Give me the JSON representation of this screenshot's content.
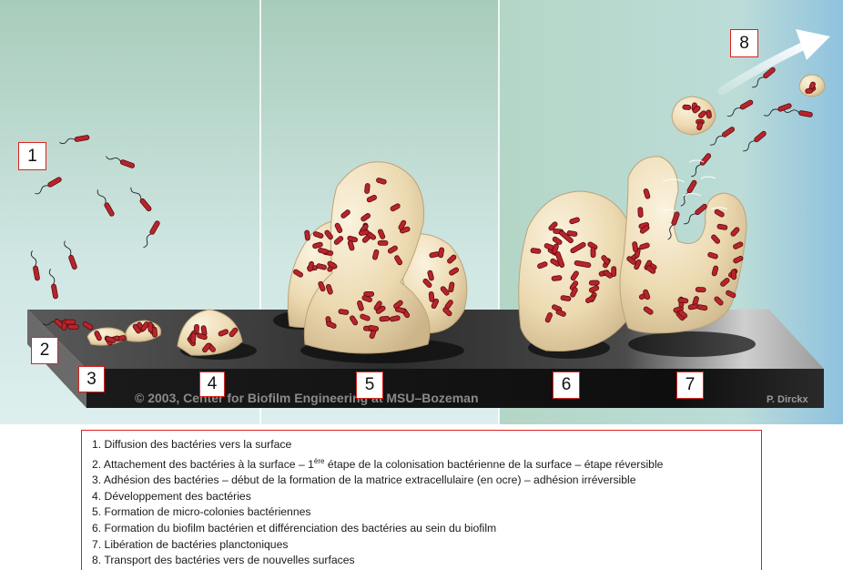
{
  "figure": {
    "copyright": "© 2003, Center for Biofilm Engineering at MSU–Bozeman",
    "author": "P. Dirckx",
    "stage_numbers": [
      "1",
      "2",
      "3",
      "4",
      "5",
      "6",
      "7",
      "8"
    ]
  },
  "legend": {
    "items": [
      {
        "pre": "1. Diffusion des bactéries vers la surface",
        "sup": "",
        "post": ""
      },
      {
        "pre": "2. Attachement des bactéries à la surface – 1",
        "sup": "ère",
        "post": " étape de la colonisation bactérienne de la surface – étape réversible"
      },
      {
        "pre": "3. Adhésion des bactéries – début de la formation de la matrice extracellulaire (en ocre) – adhésion irréversible",
        "sup": "",
        "post": ""
      },
      {
        "pre": "4. Développement des bactéries",
        "sup": "",
        "post": ""
      },
      {
        "pre": "5. Formation de micro-colonies bactériennes",
        "sup": "",
        "post": ""
      },
      {
        "pre": "6. Formation du biofilm bactérien et différenciation des bactéries au sein du biofilm",
        "sup": "",
        "post": ""
      },
      {
        "pre": "7. Libération de bactéries planctoniques",
        "sup": "",
        "post": ""
      },
      {
        "pre": "8. Transport des bactéries vers de nouvelles surfaces",
        "sup": "",
        "post": ""
      }
    ]
  },
  "colors": {
    "sky_top": "#b7d4c4",
    "sky_bottom": "#d9ece8",
    "slab_top": "#2e2e2e",
    "slab_front": "#111111",
    "matrix": "#eddcb6",
    "bacteria": "#b8242b",
    "box_border": "#d9231f"
  }
}
